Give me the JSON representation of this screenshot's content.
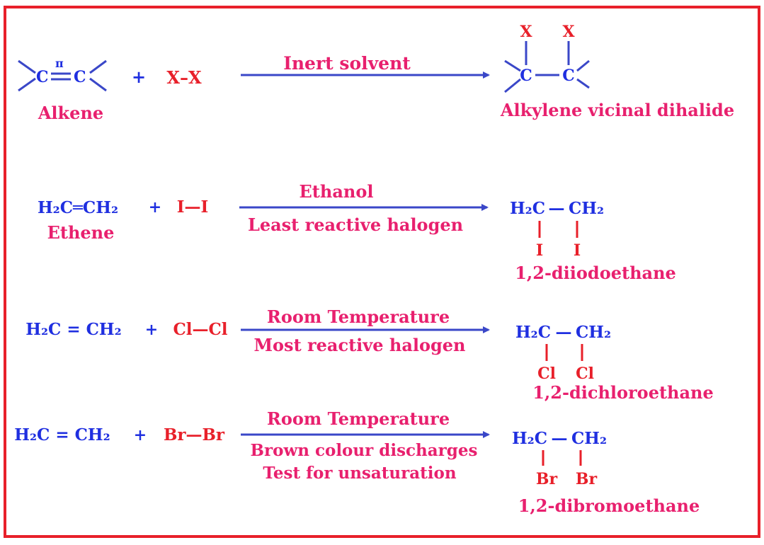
{
  "colors": {
    "frame": "#e8202a",
    "formula": "#1f2fe0",
    "halogen": "#e8202a",
    "label": "#e8206e",
    "arrow": "#3a47c8"
  },
  "general": {
    "c": "C",
    "pi": "π",
    "plus": "+",
    "reagent": "X–X",
    "condition": "Inert solvent",
    "reactant_name": "Alkene",
    "x1": "X",
    "x2": "X",
    "product_name": "Alkylene vicinal dihalide"
  },
  "reactions": [
    {
      "reactant": "H₂C═CH₂",
      "reactant_name": "Ethene",
      "plus": "+",
      "reagent": "I—I",
      "cond1": "Ethanol",
      "cond2": "Least reactive halogen",
      "cond3": "",
      "p_left": "H₂C",
      "p_dash": "—",
      "p_right": "CH₂",
      "x1": "I",
      "x2": "I",
      "product_name": "1,2-diiodoethane"
    },
    {
      "reactant": "H₂C = CH₂",
      "reactant_name": "",
      "plus": "+",
      "reagent": "Cl—Cl",
      "cond1": "Room Temperature",
      "cond2": "Most reactive halogen",
      "cond3": "",
      "p_left": "H₂C",
      "p_dash": "—",
      "p_right": "CH₂",
      "x1": "Cl",
      "x2": "Cl",
      "product_name": "1,2-dichloroethane"
    },
    {
      "reactant": "H₂C = CH₂",
      "reactant_name": "",
      "plus": "+",
      "reagent": "Br—Br",
      "cond1": "Room Temperature",
      "cond2": "Brown colour discharges",
      "cond3": "Test for unsaturation",
      "p_left": "H₂C",
      "p_dash": "—",
      "p_right": "CH₂",
      "x1": "Br",
      "x2": "Br",
      "product_name": "1,2-dibromoethane"
    }
  ]
}
